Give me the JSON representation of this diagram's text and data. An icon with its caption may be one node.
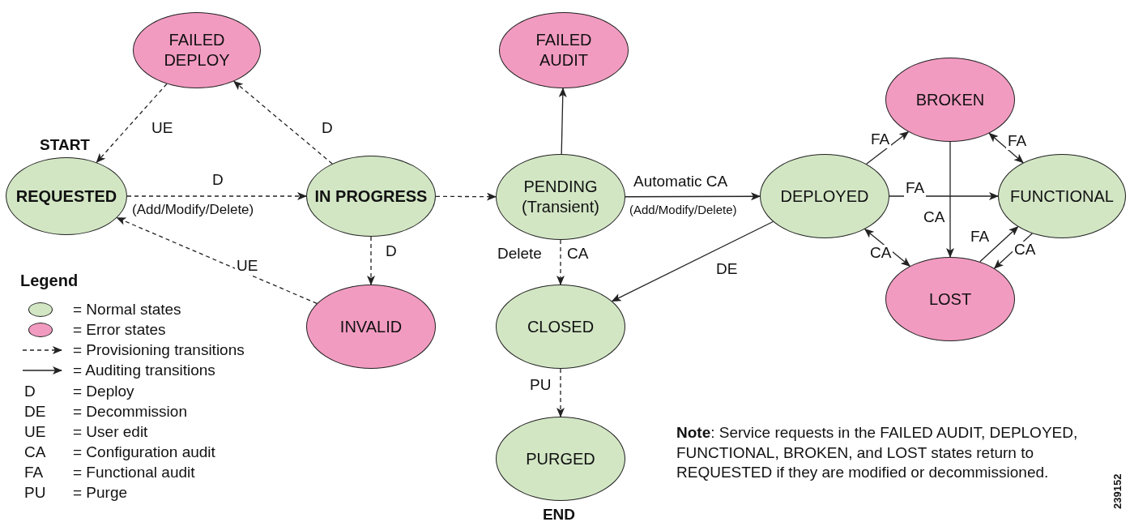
{
  "diagram": {
    "nodes": [
      {
        "text": [
          "FAILED DEPLOY"
        ]
      },
      {
        "text": [
          "REQUESTED"
        ],
        "beside": [
          "START"
        ]
      },
      {
        "text": [
          "IN PROGRESS"
        ]
      },
      {
        "text": [
          "FAILED AUDIT"
        ]
      },
      {
        "text": [
          "PENDING (Transient)"
        ]
      },
      {
        "text": [
          "INVALID"
        ]
      },
      {
        "text": [
          "DEPLOYED"
        ]
      },
      {
        "text": [
          "BROKEN"
        ]
      },
      {
        "text": [
          "FUNCTIONAL"
        ]
      },
      {
        "text": [
          "CLOSED"
        ]
      },
      {
        "text": [
          "LOST"
        ]
      },
      {
        "text": [
          "PURGED"
        ],
        "beside": [
          "END"
        ]
      }
    ],
    "edges": [
      {
        "from": 0,
        "to": 1,
        "arrow": "to",
        "style": "dashed",
        "label": "UE"
      },
      {
        "from": 2,
        "to": 0,
        "arrow": "to",
        "style": "dashed",
        "label": "D"
      },
      {
        "from": 1,
        "to": 2,
        "arrow": "to",
        "style": "dashed",
        "label": "D"
      },
      {
        "from": 5,
        "to": 1,
        "arrow": "to",
        "style": "dashed",
        "label": "UE"
      },
      {
        "from": 2,
        "to": 5,
        "arrow": "to",
        "style": "dashed",
        "label": "D"
      },
      {
        "from": 2,
        "to": 4,
        "arrow": "to",
        "style": "dashed"
      },
      {
        "from": 4,
        "to": 3,
        "arrow": "to"
      },
      {
        "from": 4,
        "to": 6,
        "arrow": "to",
        "label": "Automatic CA"
      },
      {
        "from": 4,
        "to": 9,
        "arrow": "to",
        "style": "dashed",
        "label": "Delete"
      },
      {
        "from": 6,
        "to": 9,
        "arrow": "to",
        "label": "DE"
      },
      {
        "from": 6,
        "to": 7,
        "arrow": "to",
        "label": "FA"
      },
      {
        "from": 6,
        "to": 8,
        "arrow": "to",
        "label": "FA"
      },
      {
        "from": 7,
        "to": 8,
        "arrow": "both",
        "label": "FA"
      },
      {
        "from": 7,
        "to": 10,
        "arrow": "to",
        "label": "CA"
      },
      {
        "from": 6,
        "to": 10,
        "arrow": "both",
        "label": "CA"
      },
      {
        "from": 10,
        "to": 8,
        "arrow": "to",
        "label": "FA"
      },
      {
        "from": 8,
        "to": 10,
        "arrow": "to",
        "label": "CA"
      },
      {
        "from": 9,
        "to": 11,
        "arrow": "to",
        "style": "dashed",
        "label": "PU"
      }
    ],
    "labels": [
      "(Add/Modify/Delete)",
      "CA",
      "(Add/Modify/Delete)",
      "Legend",
      "D",
      "= Deploy",
      "DE",
      "= Decommission",
      "UE",
      "= User edit",
      "CA",
      "= Configuration audit",
      "FA",
      "= Functional audit",
      "PU",
      "= Purge",
      "**Note**: Service requests in the FAILED AUDIT, DEPLOYED, FUNCTIONAL, BROKEN, and LOST states return to REQUESTED if they are modified or decommissioned.",
      "239152"
    ],
    "legend": [
      {
        "text": "= Normal states",
        "color": "#d2e6c4"
      },
      {
        "text": "= Error states",
        "color": "#f29bc1"
      },
      {
        "text": "= Provisioning transitions"
      },
      {
        "text": "= Auditing transitions"
      }
    ]
  }
}
